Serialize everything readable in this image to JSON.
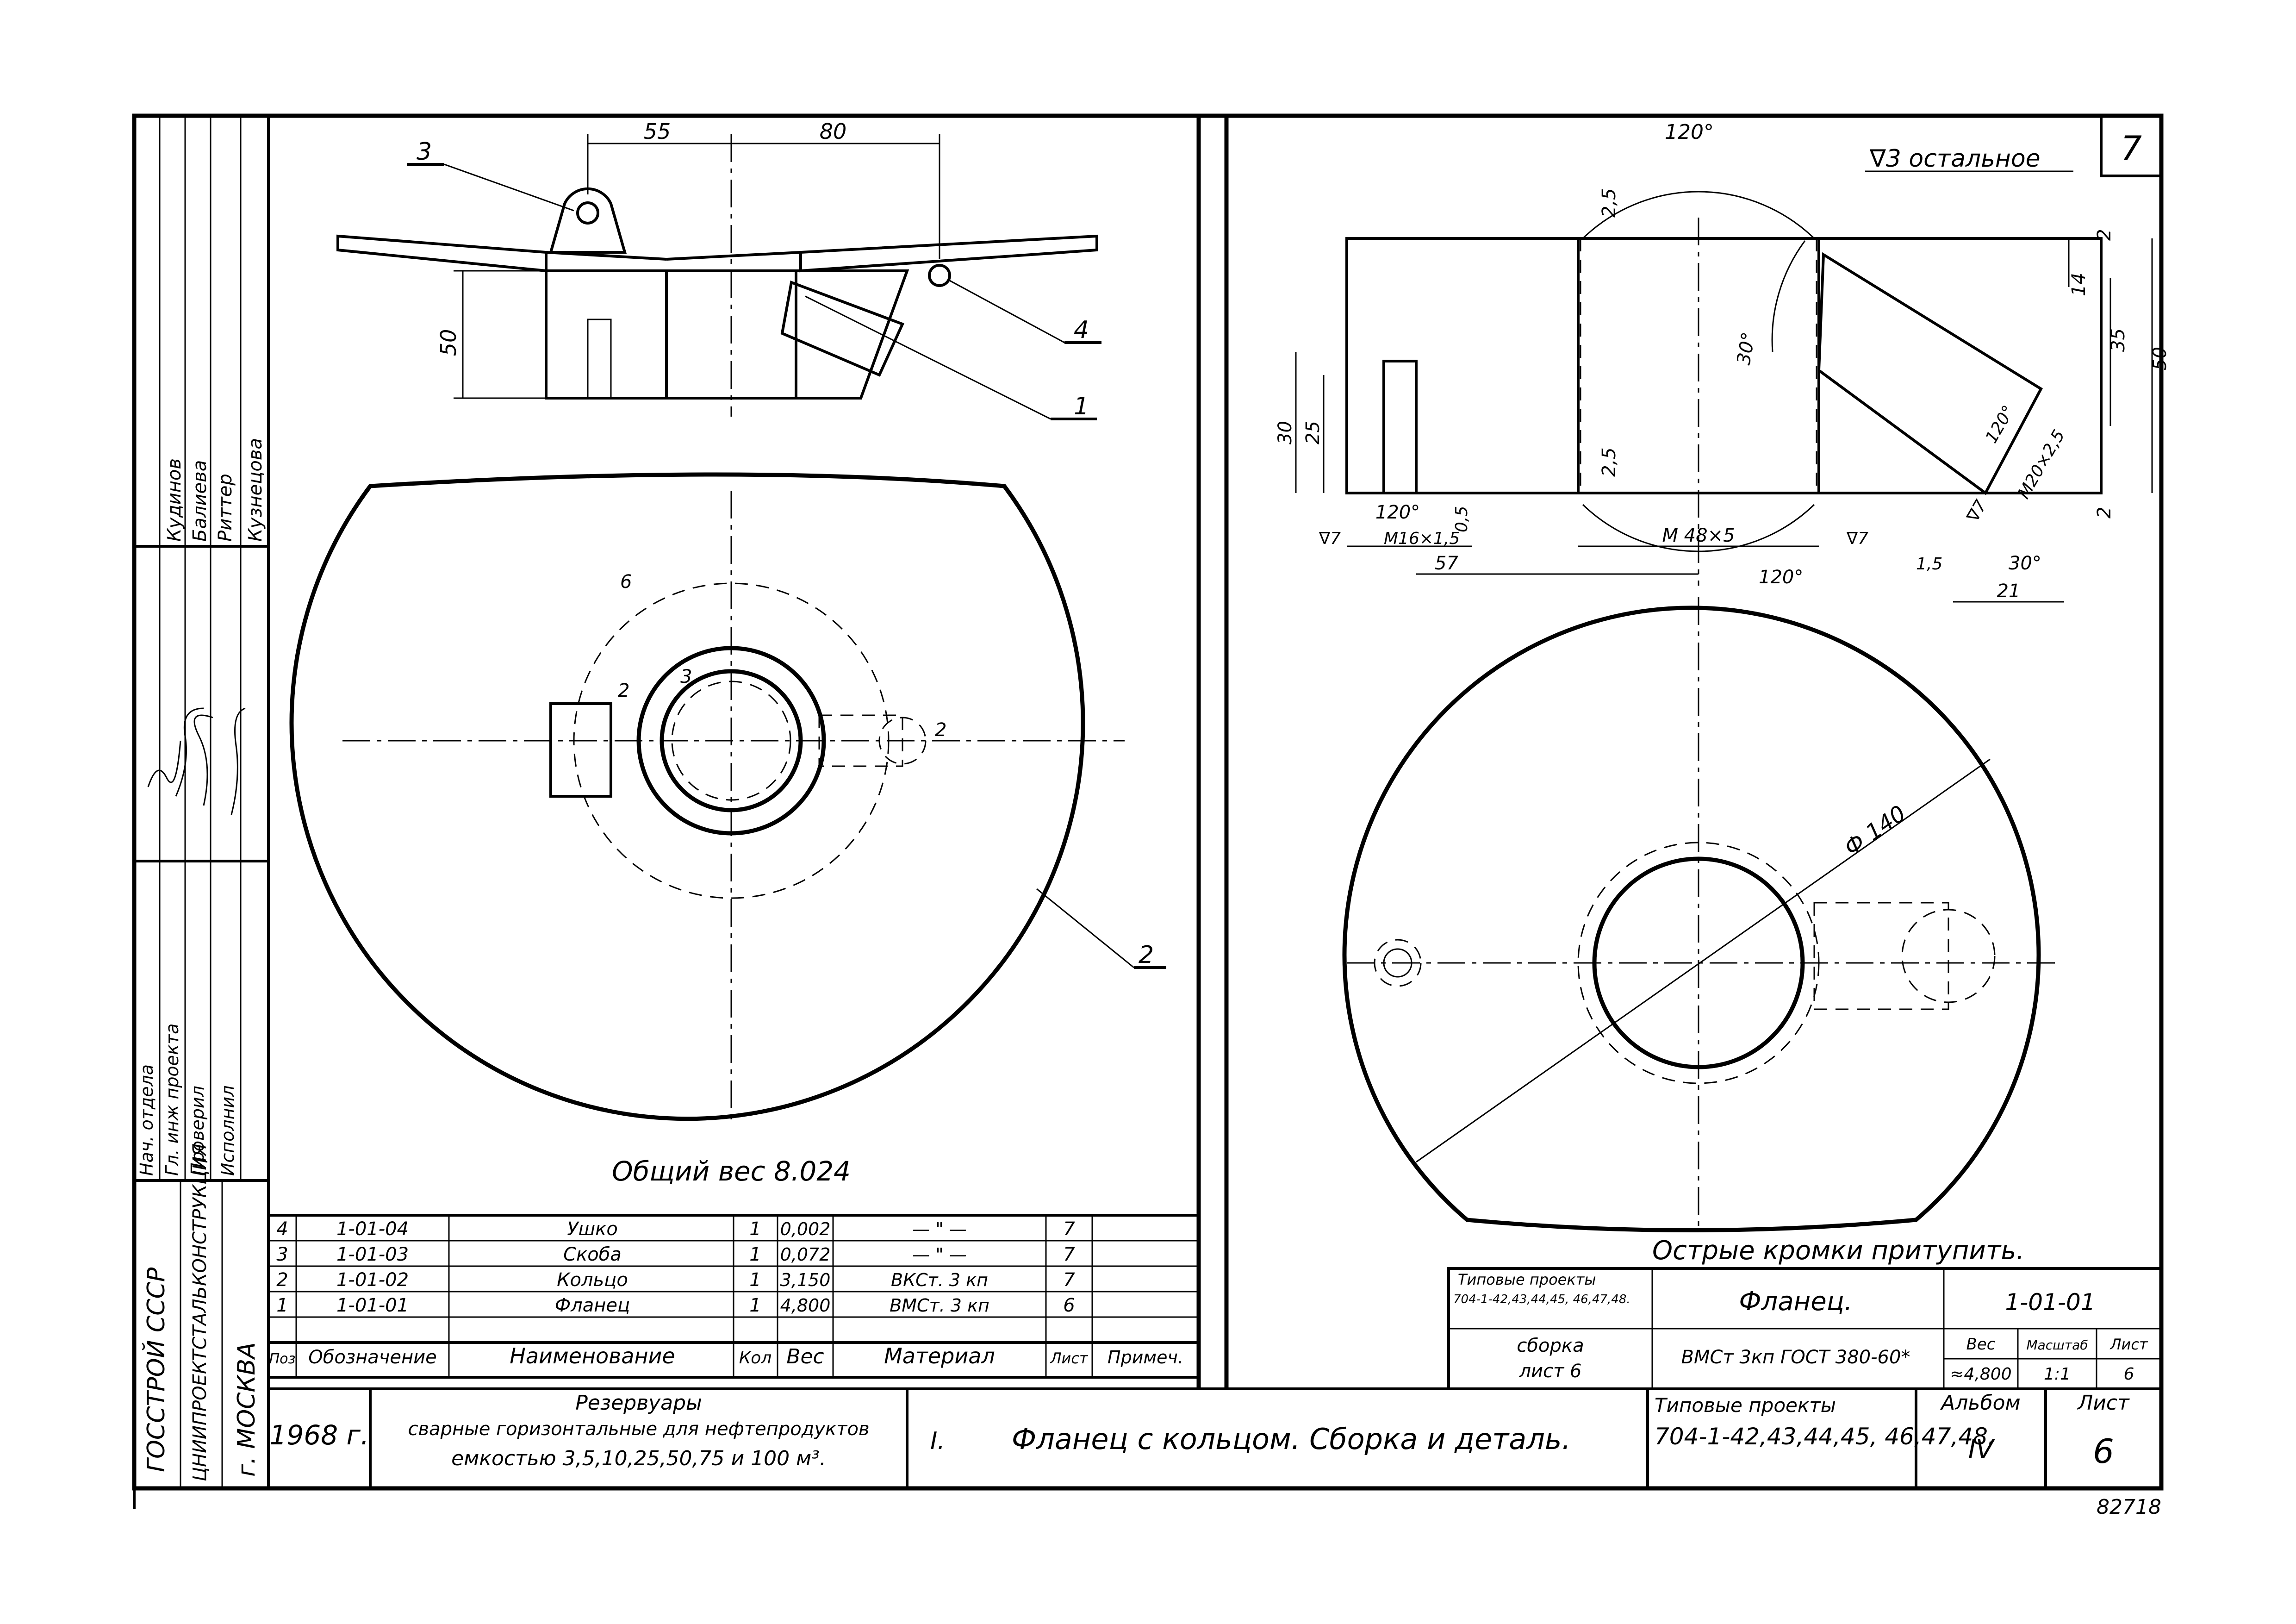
{
  "sheet_number_corner": "7",
  "surface_note": "∇3 остальное",
  "left_view": {
    "dims": {
      "d55": "55",
      "d80": "80",
      "d50": "50"
    },
    "callouts": [
      "3",
      "4",
      "1",
      "2"
    ],
    "plan_labels": {
      "weld_6": "6",
      "weld_2a": "2",
      "weld_3": "3",
      "weld_2b": "2"
    },
    "total_weight": "Общий вес 8.024"
  },
  "right_view": {
    "dims": {
      "angle_top": "120°",
      "d2_5_top": "2,5",
      "d2_right_top": "2",
      "d14": "14",
      "d35": "35",
      "d50": "50",
      "d2_right_bottom": "2",
      "d30_angle": "30°",
      "d120_angle_small": "120°",
      "m20": "M20×2,5",
      "d30": "30",
      "d25": "25",
      "d2_5_mid": "2,5",
      "d120_hole": "120°",
      "d0_5": "0,5",
      "m16": "M16×1,5",
      "rough7a": "∇7",
      "m48": "M 48×5",
      "rough7b": "∇7",
      "d57": "57",
      "angle_bottom": "120°",
      "d1_5": "1,5",
      "d30_bottom": "30°",
      "rough7c": "∇7",
      "d21": "21",
      "phi140": "Ф 140"
    },
    "note": "Острые кромки притупить."
  },
  "left_stamp": {
    "org1": "ГОССТРОЙ СССР",
    "org2": "ЦНИИПРОЕКТСТАЛЬКОНСТРУКЦИЯ",
    "org3": "г. МОСКВА",
    "roles": [
      "Нач. отдела",
      "Гл. инж проекта",
      "Проверил",
      "Исполнил"
    ],
    "names": [
      "Кудинов",
      "Балиева",
      "Риттер",
      "Кузнецова"
    ]
  },
  "spec_table": {
    "headers": [
      "Поз",
      "Обозначение",
      "Наименование",
      "Кол",
      "Вес",
      "Материал",
      "Лист",
      "Примеч."
    ],
    "rows": [
      [
        "4",
        "1-01-04",
        "Ушко",
        "1",
        "0,002",
        "— \" —",
        "7",
        ""
      ],
      [
        "3",
        "1-01-03",
        "Скоба",
        "1",
        "0,072",
        "— \" —",
        "7",
        ""
      ],
      [
        "2",
        "1-01-02",
        "Кольцо",
        "1",
        "3,150",
        "ВКСт. 3 кп",
        "7",
        ""
      ],
      [
        "1",
        "1-01-01",
        "Фланец",
        "1",
        "4,800",
        "ВМСт. 3 кп",
        "6",
        ""
      ]
    ]
  },
  "detail_stamp": {
    "projects_label": "Типовые проекты",
    "projects": "704-1-42,43,44,45, 46,47,48.",
    "assembly": "сборка",
    "sheet_ref": "лист 6",
    "name": "Фланец.",
    "code": "1-01-01",
    "material": "ВМСт 3кп ГОСТ 380-60*",
    "weight_label": "Вес",
    "scale_label": "Масштаб",
    "sheet_label": "Лист",
    "weight": "≈4,800",
    "scale": "1:1",
    "sheet": "6"
  },
  "title_block": {
    "year": "1968 г.",
    "title_line1": "Резервуары",
    "title_line2": "сварные горизонтальные для нефтепродуктов",
    "title_line3": "емкостью 3,5,10,25,50,75 и 100 м³.",
    "drawing_title": "Фланец с кольцом. Сборка и деталь.",
    "drawing_index": "I.",
    "projects_label": "Типовые проекты",
    "projects": "704-1-42,43,44,45, 46,47,48.",
    "album_label": "Альбом",
    "album": "IV",
    "sheet_label": "Лист",
    "sheet": "6"
  },
  "archive_number": "82718"
}
